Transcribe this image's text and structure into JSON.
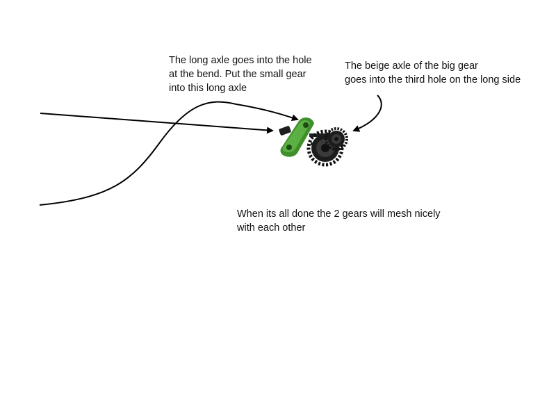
{
  "annotations": {
    "long_axle": {
      "lines": [
        "The long axle goes into the hole",
        "at the bend. Put the small gear",
        "into this long axle"
      ]
    },
    "beige_axle": {
      "lines": [
        "The beige axle of the big gear",
        "goes into the third hole on the long side"
      ]
    },
    "done": {
      "lines": [
        "When its all done the 2 gears will mesh nicely",
        "with each other"
      ]
    }
  },
  "colors": {
    "line": "#000000",
    "beam": "#3f8f2a",
    "beam_light": "#5cb043",
    "gear": "#1c1c1c",
    "gear_hub": "#3a3a3a"
  },
  "icons": {
    "assembly": "gear-assembly-icon"
  }
}
